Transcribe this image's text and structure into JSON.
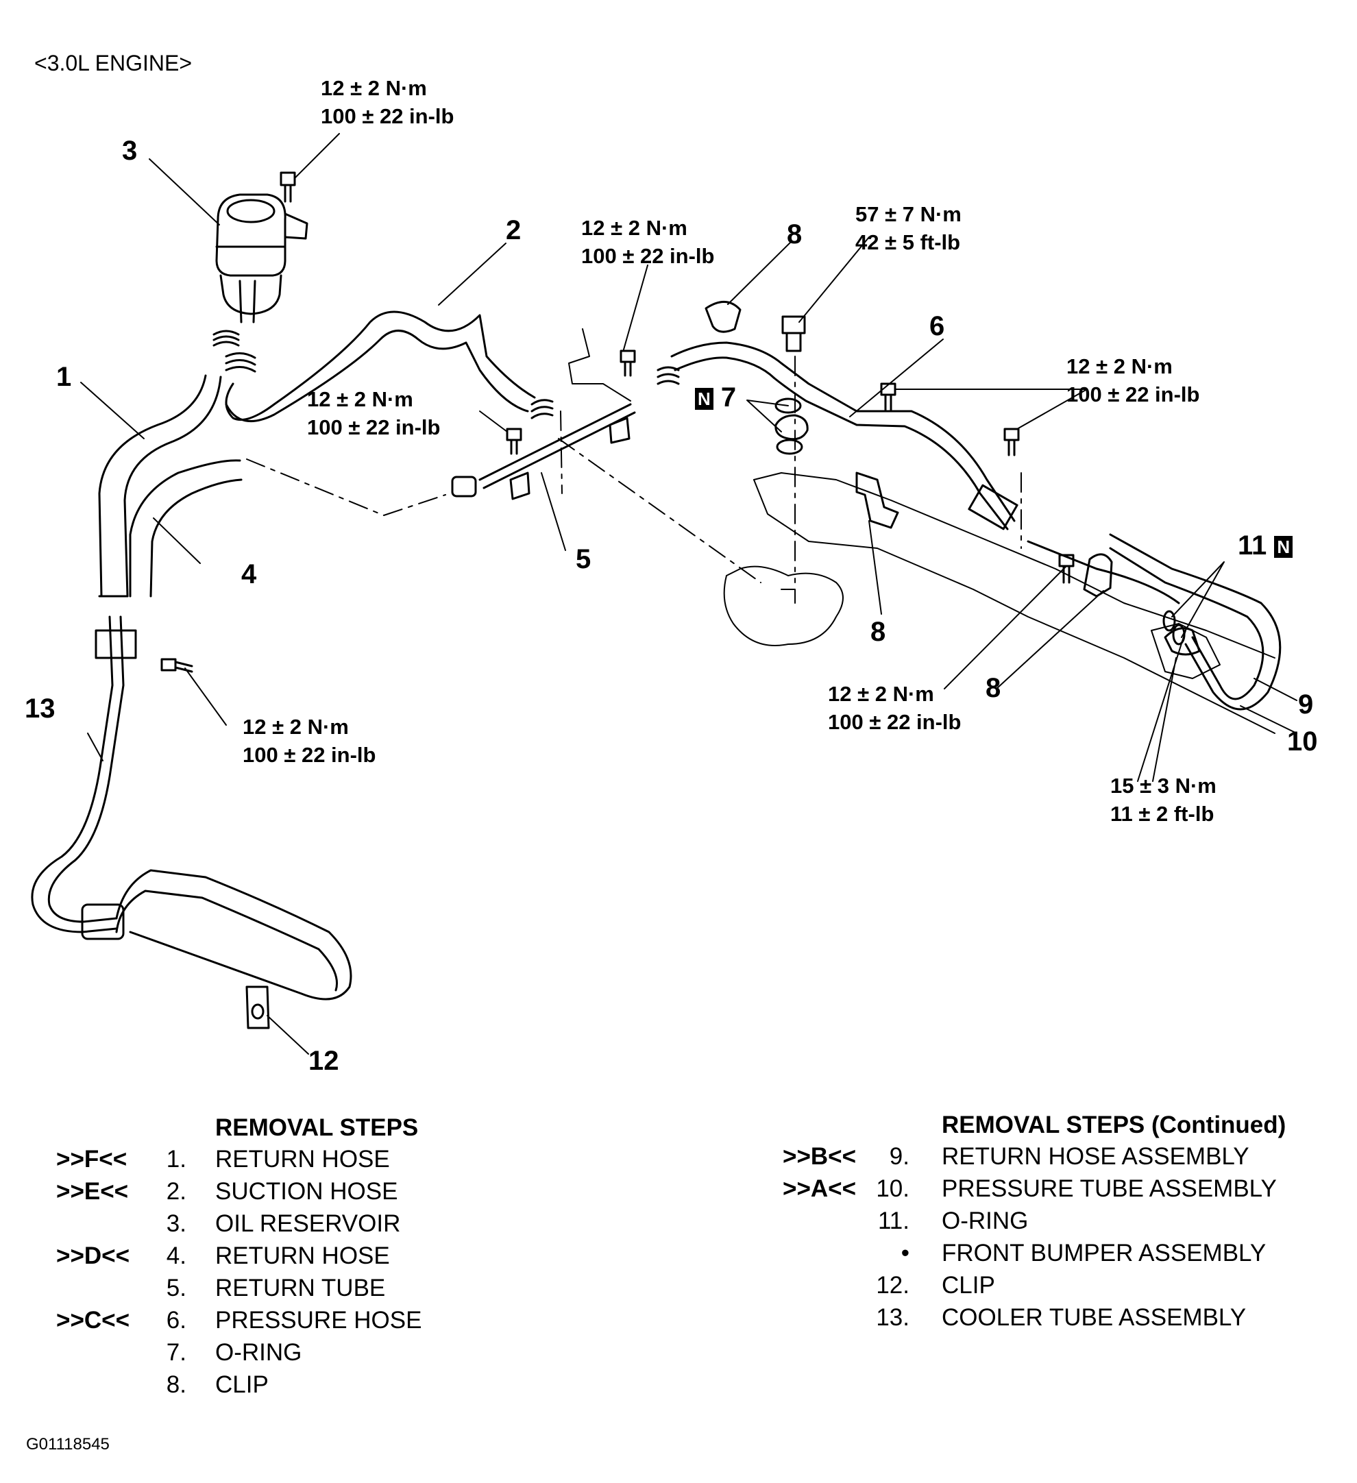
{
  "header": "<3.0L ENGINE>",
  "figure_id": "G01118545",
  "torque_specs": [
    {
      "line1": "12 ± 2 N·m",
      "line2": "100 ± 22 in-lb"
    },
    {
      "line1": "12 ± 2 N·m",
      "line2": "100 ± 22 in-lb"
    },
    {
      "line1": "57 ± 7 N·m",
      "line2": "42 ± 5 ft-lb"
    },
    {
      "line1": "12 ± 2 N·m",
      "line2": "100 ± 22 in-lb"
    },
    {
      "line1": "12 ± 2 N·m",
      "line2": "100 ± 22 in-lb"
    },
    {
      "line1": "12 ± 2 N·m",
      "line2": "100 ± 22 in-lb"
    },
    {
      "line1": "12 ± 2 N·m",
      "line2": "100 ± 22 in-lb"
    },
    {
      "line1": "15 ± 3 N·m",
      "line2": "11 ± 2 ft-lb"
    }
  ],
  "callouts": {
    "c1": "1",
    "c2": "2",
    "c3": "3",
    "c4": "4",
    "c5": "5",
    "c6": "6",
    "c7": "7",
    "c8a": "8",
    "c8b": "8",
    "c8c": "8",
    "c9": "9",
    "c10": "10",
    "c11": "11",
    "c12": "12",
    "c13": "13",
    "n7": "N",
    "n11": "N"
  },
  "removal_steps": {
    "title": "REMOVAL STEPS",
    "title_continued": "REMOVAL STEPS (Continued)",
    "left": [
      {
        "code": ">>F<<",
        "num": "1.",
        "label": "RETURN HOSE"
      },
      {
        "code": ">>E<<",
        "num": "2.",
        "label": "SUCTION HOSE"
      },
      {
        "code": "",
        "num": "3.",
        "label": "OIL RESERVOIR"
      },
      {
        "code": ">>D<<",
        "num": "4.",
        "label": "RETURN HOSE"
      },
      {
        "code": "",
        "num": "5.",
        "label": "RETURN TUBE"
      },
      {
        "code": ">>C<<",
        "num": "6.",
        "label": "PRESSURE HOSE"
      },
      {
        "code": "",
        "num": "7.",
        "label": "O-RING"
      },
      {
        "code": "",
        "num": "8.",
        "label": "CLIP"
      }
    ],
    "right": [
      {
        "code": ">>B<<",
        "num": "9.",
        "label": "RETURN HOSE ASSEMBLY"
      },
      {
        "code": ">>A<<",
        "num": "10.",
        "label": "PRESSURE TUBE ASSEMBLY"
      },
      {
        "code": "",
        "num": "11.",
        "label": "O-RING"
      },
      {
        "code": "",
        "num": "•",
        "label": "FRONT BUMPER ASSEMBLY"
      },
      {
        "code": "",
        "num": "12.",
        "label": "CLIP"
      },
      {
        "code": "",
        "num": "13.",
        "label": "COOLER TUBE ASSEMBLY"
      }
    ]
  }
}
